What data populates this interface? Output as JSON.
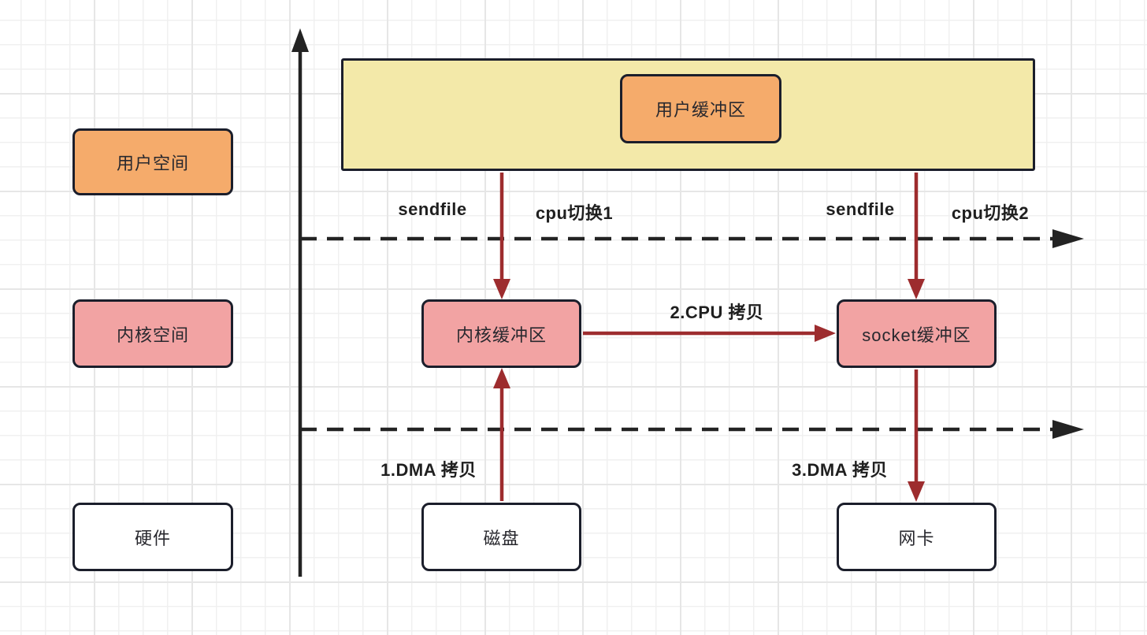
{
  "layers": {
    "user_space": "用户空间",
    "kernel_space": "内核空间",
    "hardware": "硬件"
  },
  "nodes": {
    "user_buffer": "用户缓冲区",
    "kernel_buffer": "内核缓冲区",
    "socket_buffer": "socket缓冲区",
    "disk": "磁盘",
    "nic": "网卡"
  },
  "edge_labels": {
    "sendfile_1": "sendfile",
    "cpu_switch_1": "cpu切换1",
    "sendfile_2": "sendfile",
    "cpu_switch_2": "cpu切换2",
    "cpu_copy": "2.CPU 拷贝",
    "dma_copy_1": "1.DMA 拷贝",
    "dma_copy_2": "3.DMA 拷贝"
  },
  "colors": {
    "orange_fill": "#f5ab6b",
    "yellow_fill": "#f3e9a9",
    "pink_fill": "#f2a3a3",
    "white_fill": "#ffffff",
    "border_dark": "#1b1e2b",
    "arrow_red": "#9d2c2e",
    "line_black": "#232323",
    "grid_minor": "#f0f0f0",
    "grid_major": "#e6e6e6"
  }
}
